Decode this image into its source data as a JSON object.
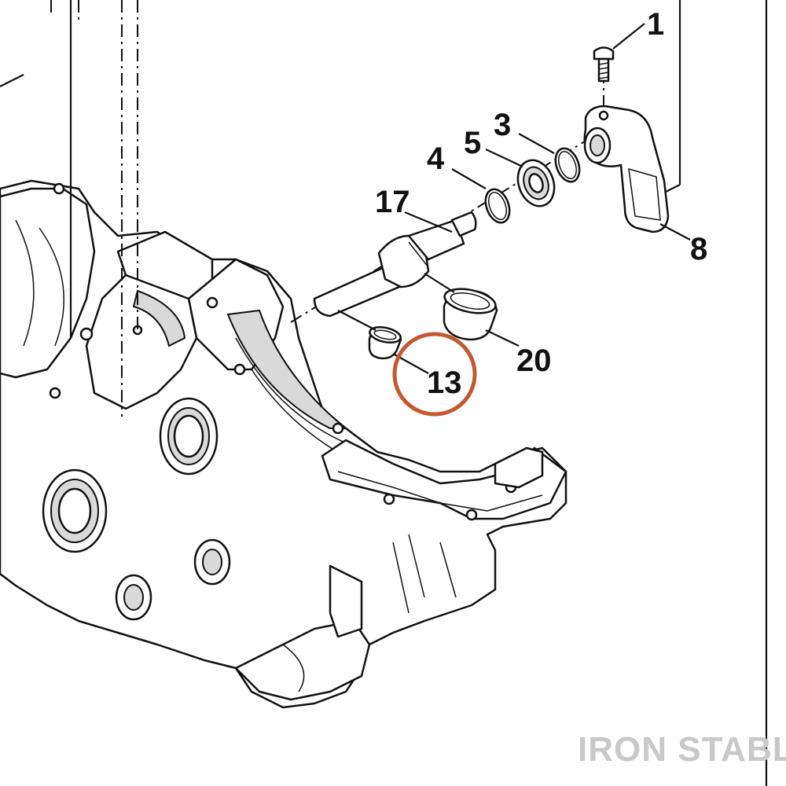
{
  "callouts": {
    "c1": "1",
    "c3": "3",
    "c4": "4",
    "c5": "5",
    "c8": "8",
    "c13": "13",
    "c17": "17",
    "c20": "20"
  },
  "highlight": {
    "callout": "13",
    "color": "#c4582f"
  },
  "watermark": {
    "text": "IRON STABLE",
    "color": "#c8c8c8"
  },
  "colors": {
    "line": "#111111",
    "background": "#ffffff"
  }
}
